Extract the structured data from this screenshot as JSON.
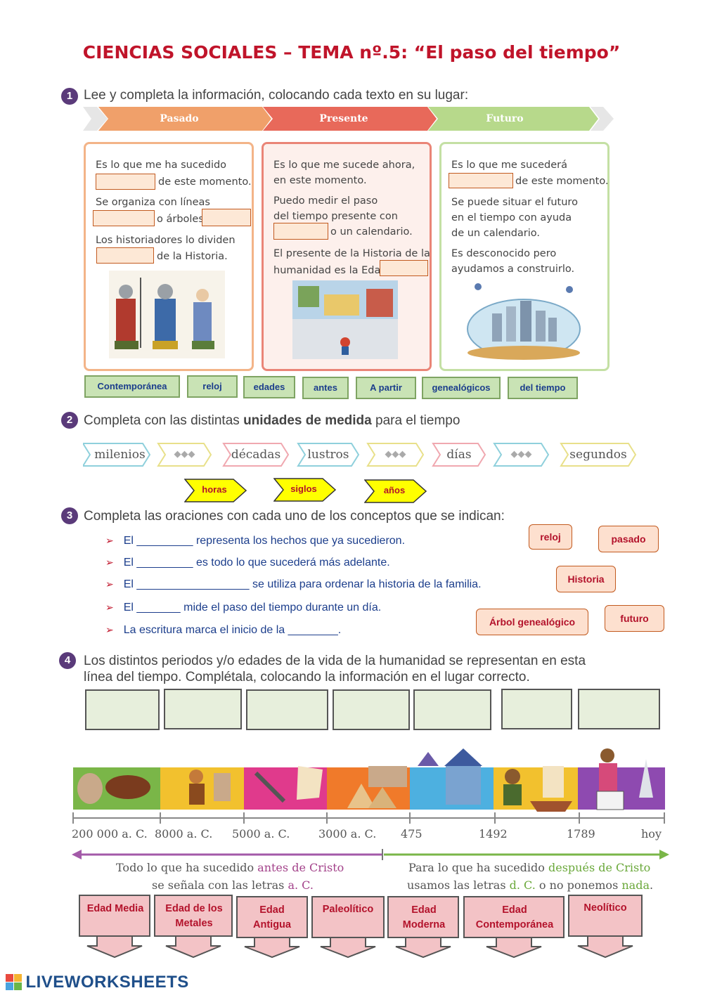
{
  "title": "CIENCIAS SOCIALES – TEMA nº.5: “El paso del tiempo”",
  "q1": {
    "num": "1",
    "text": "Lee y completa la información, colocando cada texto en su lugar:",
    "banners": [
      "Pasado",
      "Presente",
      "Futuro"
    ],
    "pasado": {
      "l1": "Es lo que me ha sucedido",
      "l2": "de este momento.",
      "l3": "Se organiza con líneas",
      "l4": "o árboles",
      "l5": "Los historiadores lo dividen",
      "l6": "de la Historia."
    },
    "presente": {
      "l1": "Es lo que me sucede ahora,",
      "l2": "en este momento.",
      "l3": "Puedo medir el paso",
      "l4": "del tiempo presente con",
      "l5": "o un calendario.",
      "l6": "El presente de la Historia de la",
      "l7": "humanidad es la Edad"
    },
    "futuro": {
      "l1": "Es lo que me sucederá",
      "l2": "de este momento.",
      "l3": "Se puede situar el futuro",
      "l4": "en el tiempo con ayuda",
      "l5": "de un calendario.",
      "l6": "Es desconocido pero",
      "l7": "ayudamos a construirlo."
    },
    "options": [
      "Contemporánea",
      "reloj",
      "edades",
      "antes",
      "A partir",
      "genealógicos",
      "del tiempo"
    ]
  },
  "q2": {
    "num": "2",
    "text_pre": "Completa con las distintas ",
    "text_bold": "unidades de medida",
    "text_post": " para el tiempo",
    "units": [
      "milenios",
      "◆◆◆",
      "décadas",
      "lustros",
      "◆◆◆",
      "días",
      "◆◆◆",
      "segundos"
    ],
    "options": [
      "horas",
      "siglos",
      "años"
    ]
  },
  "q3": {
    "num": "3",
    "text": "Completa las oraciones con cada uno de los conceptos que se indican:",
    "sentences": [
      "El _________ representa los hechos que ya sucedieron.",
      "El _________ es todo lo que sucederá más adelante.",
      "El __________________  se utiliza para ordenar la historia de la familia.",
      "El _______ mide el paso del tiempo durante un día.",
      "La escritura marca el inicio de la ________."
    ],
    "options": [
      "reloj",
      "pasado",
      "Historia",
      "Árbol genealógico",
      "futuro"
    ]
  },
  "q4": {
    "num": "4",
    "text1": "Los distintos periodos y/o edades de la vida de la humanidad se representan en esta",
    "text2": "línea del tiempo. Complétala, colocando la información en el lugar correcto.",
    "ticks": [
      "200 000 a. C.",
      "8000 a. C.",
      "5000 a. C.",
      "3000 a. C.",
      "475",
      "1492",
      "1789",
      "hoy"
    ],
    "ac_note1_a": "Todo lo que ha sucedido ",
    "ac_note1_b": "antes de Cristo",
    "ac_note2_a": "se señala con las letras ",
    "ac_note2_b": "a. C.",
    "dc_note1_a": "Para lo que ha sucedido ",
    "dc_note1_b": "después de Cristo",
    "dc_note2_a": "usamos las letras ",
    "dc_note2_b": "d. C.",
    "dc_note2_c": " o no ponemos ",
    "dc_note2_d": "nada",
    "dc_note2_e": ".",
    "options": [
      "Edad Media",
      "Edad de los Metales",
      "Edad Antigua",
      "Paleolítico",
      "Edad Moderna",
      "Edad Contemporánea",
      "Neolítico"
    ]
  },
  "footer": {
    "brand": "LIVEWORKSHEETS"
  },
  "colors": {
    "title": "#c0142a",
    "pasado": "#f0a06a",
    "presente": "#e8695a",
    "futuro": "#b7d98b"
  }
}
